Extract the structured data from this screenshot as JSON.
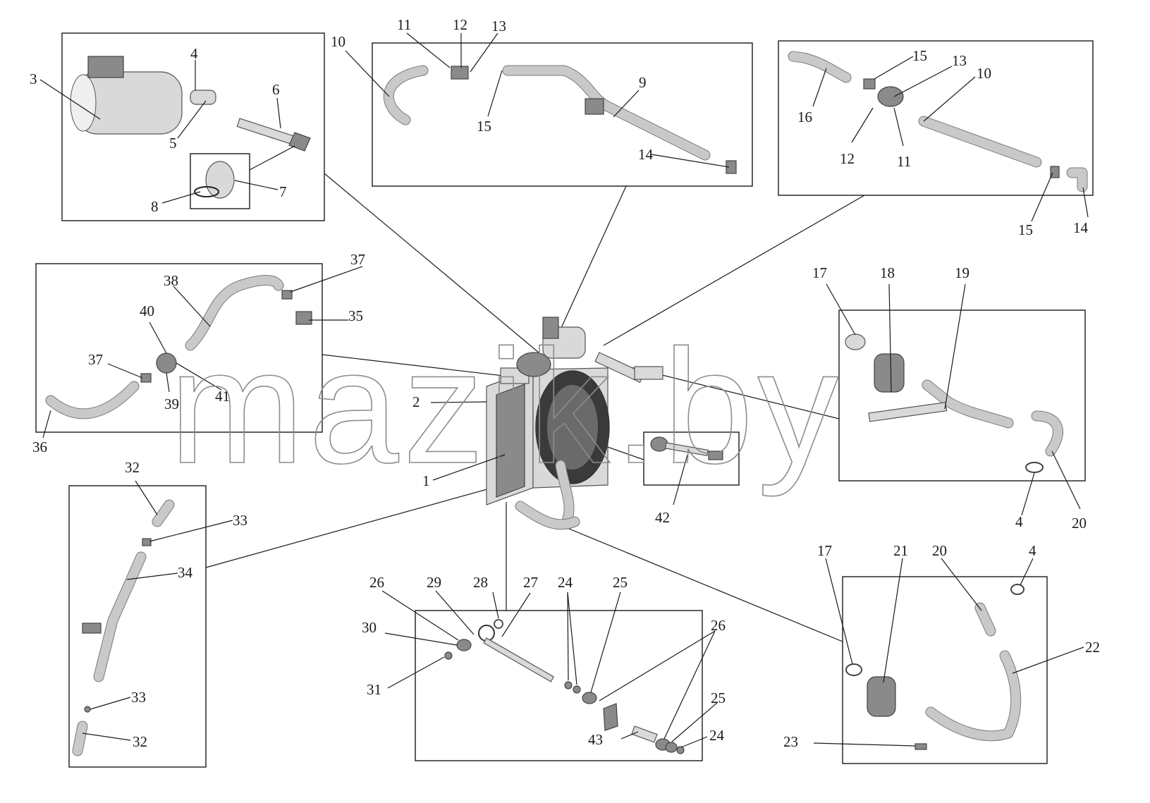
{
  "watermark": "mazik.by",
  "callouts": {
    "a_3": "3",
    "a_4": "4",
    "a_5": "5",
    "a_6": "6",
    "a_7": "7",
    "a_8": "8",
    "b_10": "10",
    "b_11": "11",
    "b_12": "12",
    "b_13": "13",
    "b_15": "15",
    "b_9": "9",
    "b_14": "14",
    "c_15a": "15",
    "c_13": "13",
    "c_10": "10",
    "c_16": "16",
    "c_12": "12",
    "c_11": "11",
    "c_15b": "15",
    "c_14": "14",
    "d_37a": "37",
    "d_38": "38",
    "d_40": "40",
    "d_35": "35",
    "d_37b": "37",
    "d_41": "41",
    "d_39": "39",
    "d_36": "36",
    "e_17": "17",
    "e_18": "18",
    "e_19": "19",
    "e_4": "4",
    "e_20": "20",
    "f_2": "2",
    "f_1": "1",
    "f_42": "42",
    "g_32a": "32",
    "g_33a": "33",
    "g_34": "34",
    "g_33b": "33",
    "g_32b": "32",
    "h_26a": "26",
    "h_29": "29",
    "h_28": "28",
    "h_27": "27",
    "h_24a": "24",
    "h_25a": "25",
    "h_30": "30",
    "h_31": "31",
    "h_26b": "26",
    "h_25b": "25",
    "h_43": "43",
    "h_24b": "24",
    "i_17": "17",
    "i_21": "21",
    "i_20": "20",
    "i_4": "4",
    "i_22": "22",
    "i_23": "23"
  }
}
